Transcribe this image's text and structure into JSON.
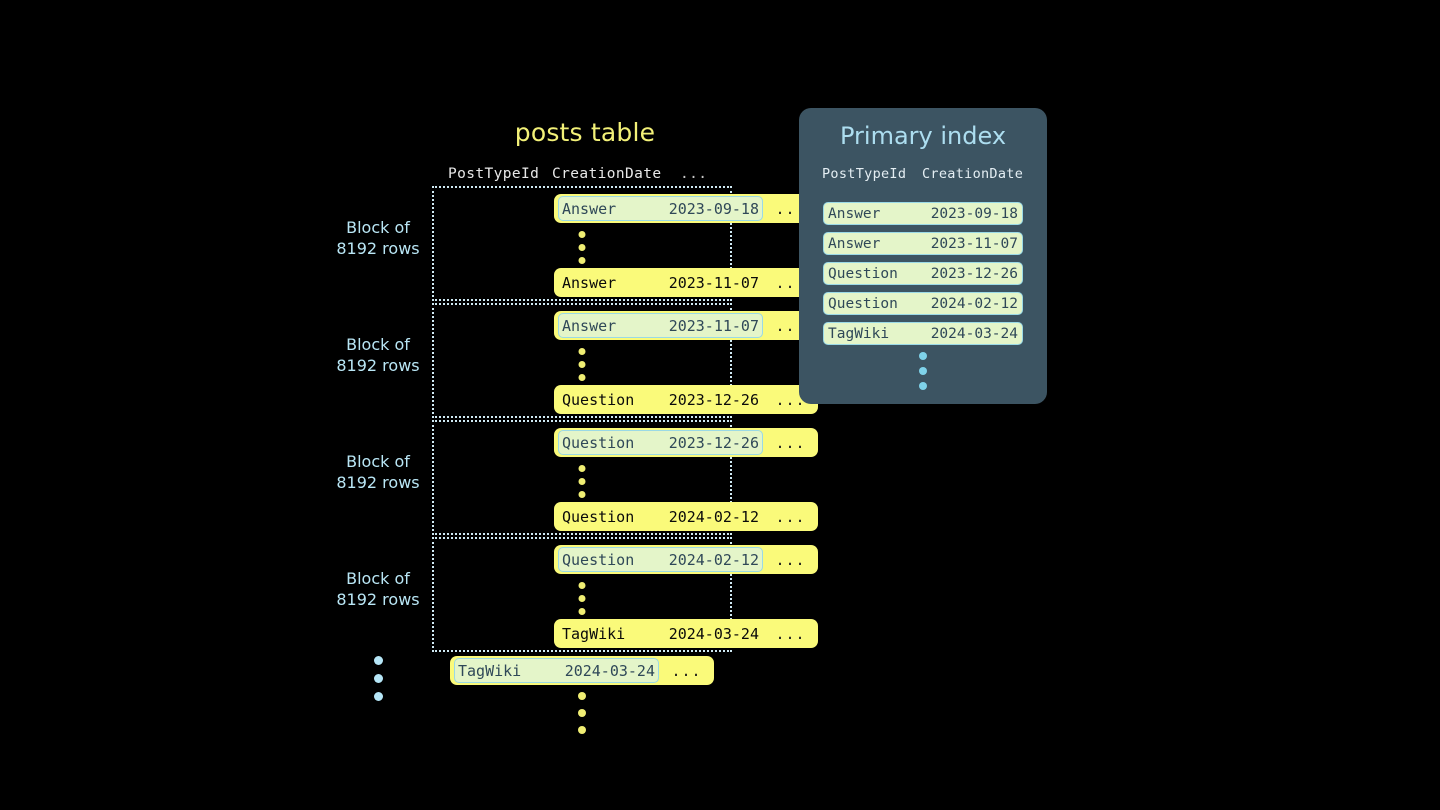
{
  "posts_table": {
    "title": "posts table",
    "columns": {
      "post_type_id": "PostTypeId",
      "creation_date": "CreationDate",
      "more": "..."
    },
    "block_label_line1": "Block of",
    "block_label_line2": "8192 rows",
    "row_more": "...",
    "blocks": [
      {
        "label_line1": "Block of",
        "label_line2": "8192 rows",
        "first_row": {
          "type": "Answer",
          "date": "2023-09-18",
          "more": "...",
          "highlighted": true
        },
        "last_row": {
          "type": "Answer",
          "date": "2023-11-07",
          "more": "...",
          "highlighted": false
        }
      },
      {
        "label_line1": "Block of",
        "label_line2": "8192 rows",
        "first_row": {
          "type": "Answer",
          "date": "2023-11-07",
          "more": "...",
          "highlighted": true
        },
        "last_row": {
          "type": "Question",
          "date": "2023-12-26",
          "more": "...",
          "highlighted": false
        }
      },
      {
        "label_line1": "Block of",
        "label_line2": "8192 rows",
        "first_row": {
          "type": "Question",
          "date": "2023-12-26",
          "more": "...",
          "highlighted": true
        },
        "last_row": {
          "type": "Question",
          "date": "2024-02-12",
          "more": "...",
          "highlighted": false
        }
      },
      {
        "label_line1": "Block of",
        "label_line2": "8192 rows",
        "first_row": {
          "type": "Question",
          "date": "2024-02-12",
          "more": "...",
          "highlighted": true
        },
        "last_row": {
          "type": "TagWiki",
          "date": "2024-03-24",
          "more": "...",
          "highlighted": false
        }
      }
    ],
    "trailing_row": {
      "type": "TagWiki",
      "date": "2024-03-24",
      "more": "...",
      "highlighted": true
    }
  },
  "primary_index": {
    "title": "Primary index",
    "columns": {
      "post_type_id": "PostTypeId",
      "creation_date": "CreationDate"
    },
    "rows": [
      {
        "type": "Answer",
        "date": "2023-09-18"
      },
      {
        "type": "Answer",
        "date": "2023-11-07"
      },
      {
        "type": "Question",
        "date": "2023-12-26"
      },
      {
        "type": "Question",
        "date": "2024-02-12"
      },
      {
        "type": "TagWiki",
        "date": "2024-03-24"
      }
    ]
  },
  "colors": {
    "background": "#000000",
    "row_yellow": "#FAFA7A",
    "highlight_mint": "#E4F5C9",
    "highlight_border": "#9AD9E6",
    "panel_slate": "#3C5462",
    "title_yellow": "#F3F178",
    "title_blue": "#ADDEF0",
    "label_blue": "#B9E6F5",
    "dot_yellow": "#F0EE73",
    "dot_blue": "#B6E6F7",
    "block_border": "#CFE9F3"
  }
}
